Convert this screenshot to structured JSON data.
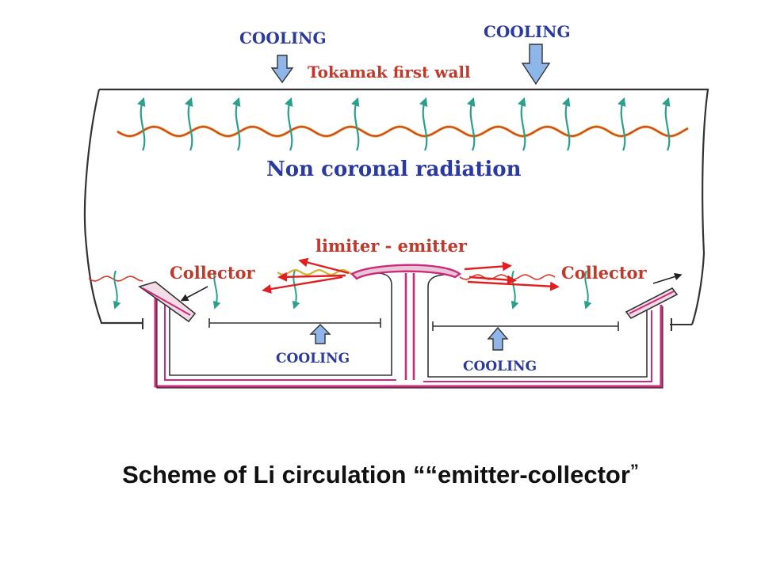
{
  "labels": {
    "cooling_top_left": "COOLING",
    "cooling_top_right": "COOLING",
    "first_wall": "Tokamak first wall",
    "radiation": "Non coronal radiation",
    "limiter": "limiter - emitter",
    "collector_left": "Collector",
    "collector_right": "Collector",
    "cooling_bottom_left": "COOLING",
    "cooling_bottom_right": "COOLING"
  },
  "caption": {
    "open": "Scheme of Li circulation ““emitter-collector",
    "close": "”"
  },
  "colors": {
    "blue_label": "#2b3a9e",
    "red_label": "#c0392b",
    "wall_line": "#333333",
    "channel_magenta": "#cc2a7a",
    "radiation_red": "#d83a2a",
    "radiation_yellow": "#d4b43a",
    "green_arrow": "#2aa08c",
    "red_arrow": "#e02020",
    "cooling_arrow_fill": "#8fb6e8"
  }
}
